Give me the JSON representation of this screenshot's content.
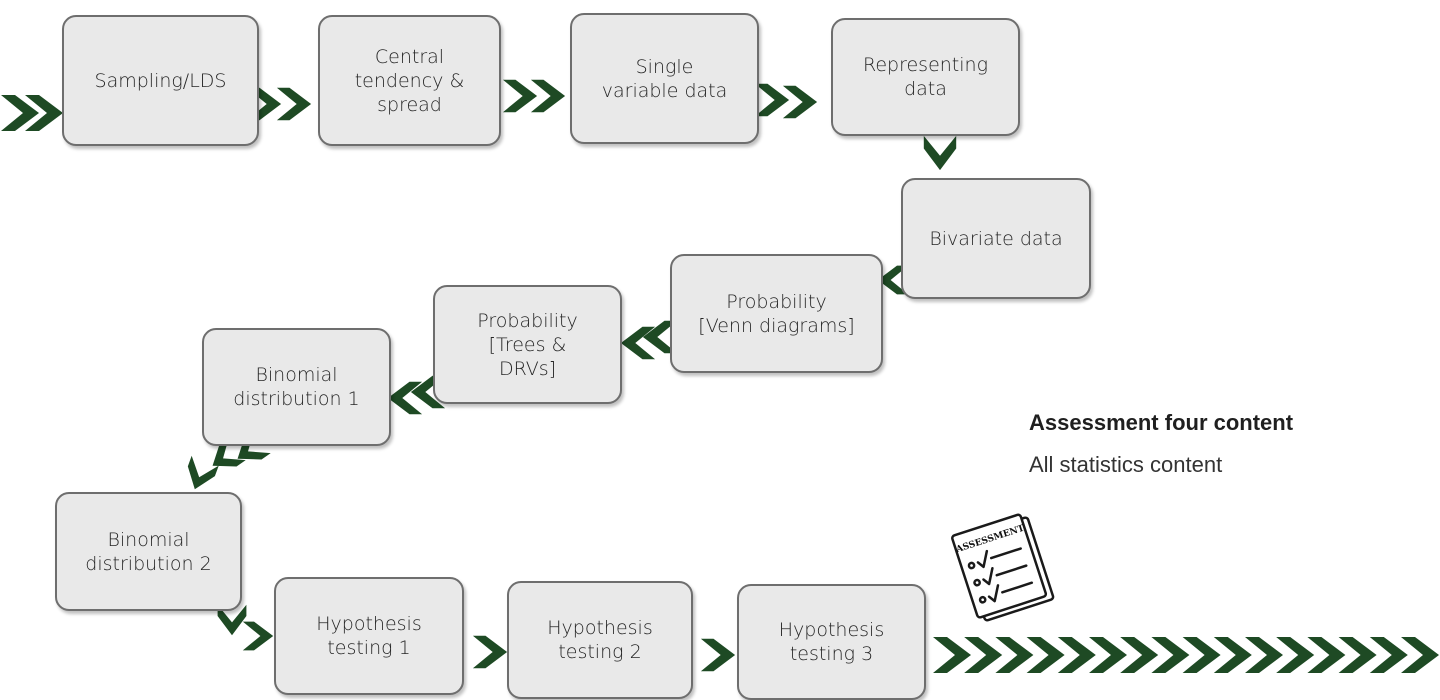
{
  "diagram": {
    "arrow_color": "#1e4a24",
    "steps": [
      {
        "id": "sampling",
        "label": "Sampling/LDS"
      },
      {
        "id": "central-tendency",
        "label": "Central\ntendency &\nspread"
      },
      {
        "id": "single-variable",
        "label": "Single\nvariable data"
      },
      {
        "id": "representing",
        "label": "Representing\ndata"
      },
      {
        "id": "bivariate",
        "label": "Bivariate data"
      },
      {
        "id": "probability-venn",
        "label": "Probability\n[Venn diagrams]"
      },
      {
        "id": "probability-trees",
        "label": "Probability\n[Trees &\nDRVs]"
      },
      {
        "id": "binomial-1",
        "label": "Binomial\ndistribution 1"
      },
      {
        "id": "binomial-2",
        "label": "Binomial\ndistribution 2"
      },
      {
        "id": "hypothesis-1",
        "label": "Hypothesis\ntesting 1"
      },
      {
        "id": "hypothesis-2",
        "label": "Hypothesis\ntesting 2"
      },
      {
        "id": "hypothesis-3",
        "label": "Hypothesis\ntesting 3"
      }
    ]
  },
  "assessment": {
    "title": "Assessment four content",
    "subtitle": "All statistics content",
    "icon_label": "ASSESSMENT",
    "icon": "assessment-checklist-icon"
  }
}
